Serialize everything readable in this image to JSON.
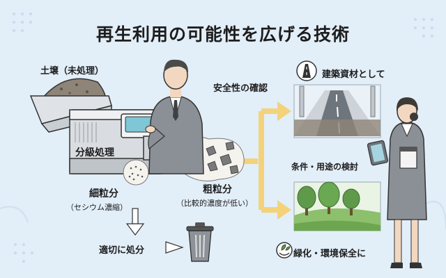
{
  "title": "再生利用の可能性を広げる技術",
  "labels": {
    "soil": "土壌（未処理）",
    "safety_check": "安全性の確認",
    "classification": "分級処理",
    "fine": "細粒分",
    "fine_note": "（セシウム濃縮）",
    "coarse": "粗粒分",
    "coarse_note": "（比較的濃度が低い）",
    "disposal": "適切に処分",
    "building_material": "建築資材として",
    "conditions": "条件・用途の検討",
    "greening": "緑化・環境保全に"
  },
  "colors": {
    "background": "#e2eef8",
    "arrow": "#f3d27a",
    "machine": "#d9dde1",
    "soil": "#8e8477",
    "green": "#5e9a4a"
  },
  "icons": [
    "road-icon",
    "trash-can-icon",
    "leaf-hand-icon"
  ]
}
